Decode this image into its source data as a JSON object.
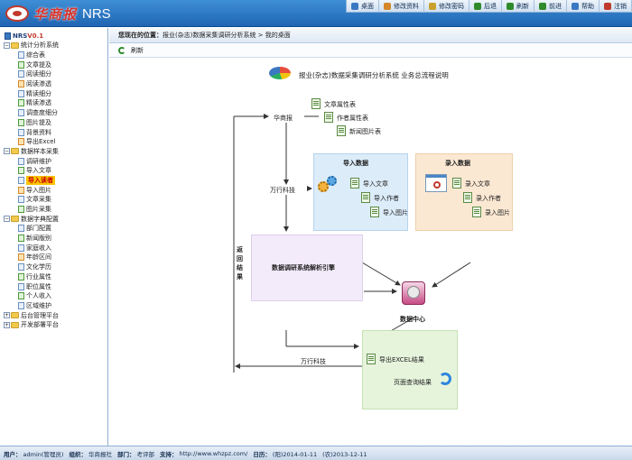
{
  "header": {
    "logo_text": "华商报",
    "app_name": "NRS",
    "toolbar": [
      {
        "icon": "desktop-icon",
        "label": "桌面",
        "color": "#3a78c2"
      },
      {
        "icon": "edit-profile-icon",
        "label": "修改资料",
        "color": "#d4872a"
      },
      {
        "icon": "key-icon",
        "label": "修改密码",
        "color": "#c9a02c"
      },
      {
        "icon": "back-icon",
        "label": "后退",
        "color": "#2f8a2a"
      },
      {
        "icon": "refresh-icon",
        "label": "刷新",
        "color": "#2f8a2a"
      },
      {
        "icon": "forward-icon",
        "label": "前进",
        "color": "#2f8a2a"
      },
      {
        "icon": "help-icon",
        "label": "帮助",
        "color": "#3a78c2"
      },
      {
        "icon": "logout-icon",
        "label": "注销",
        "color": "#c0392b"
      }
    ]
  },
  "sidebar": {
    "root_label": "NRS",
    "root_version": "V0.1",
    "groups": [
      {
        "label": "统计分析系统",
        "expanded": true,
        "items": [
          "综合表",
          "文章提及",
          "阅读细分",
          "阅读渗透",
          "精读细分",
          "精读渗透",
          "调查度细分",
          "图片提及",
          "背景资料",
          "导出Excel"
        ]
      },
      {
        "label": "数据样本采集",
        "expanded": true,
        "items": [
          "调研维护",
          "导入文章",
          "导入读者",
          "导入图片",
          "文章采集",
          "图片采集"
        ],
        "selected": "导入读者"
      },
      {
        "label": "数据字典配置",
        "expanded": true,
        "items": [
          "部门配置",
          "新闻版别",
          "家庭收入",
          "年龄区间",
          "文化学历",
          "行业属性",
          "职位属性",
          "个人收入",
          "区域维护"
        ]
      },
      {
        "label": "后台管理平台",
        "expanded": false,
        "items": []
      },
      {
        "label": "开发部署平台",
        "expanded": false,
        "items": []
      }
    ]
  },
  "main": {
    "breadcrumb_label": "您现在的位置：",
    "breadcrumb_path": "报业(杂志)数据采集调研分析系统 > 我的桌面",
    "refresh_label": "刷新"
  },
  "diagram": {
    "title": "报业(杂志)数据采集调研分析系统 业务总流程说明",
    "huashang": "华商报",
    "docs": [
      "文章属性表",
      "作者属性表",
      "新闻图片表"
    ],
    "import_box_title": "导入数据",
    "import_items": [
      "导入文章",
      "导入作者",
      "导入图片"
    ],
    "entry_box_title": "录入数据",
    "entry_items": [
      "录入文章",
      "录入作者",
      "录入图片"
    ],
    "vendor1": "万行科技",
    "vendor2": "万行科技",
    "engine": "数据调研系统解析引擎",
    "datacenter": "数据中心",
    "return_label": "返回结果",
    "export_excel": "导出EXCEL结果",
    "page_query": "页面查询结果"
  },
  "footer": {
    "user_key": "用户：",
    "user_val": "admin(管理员)",
    "org_key": "组织：",
    "org_val": "华商报社",
    "dept_key": "部门：",
    "dept_val": "考评部",
    "support_key": "支持：",
    "support_val": "http://www.whzpz.com/",
    "date_key": "日历：",
    "date_val1": "(阳)2014-01-11",
    "date_val2": "(农)2013-12-11"
  }
}
